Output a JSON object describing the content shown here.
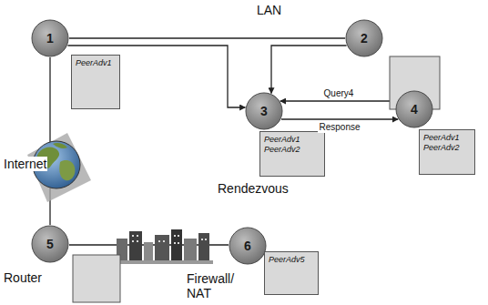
{
  "diagram": {
    "nodes": [
      {
        "text": [
          "1"
        ]
      },
      {
        "text": [
          "PeerAdv1"
        ]
      },
      {
        "text": [
          "2"
        ]
      },
      {
        "text": [
          "3"
        ]
      },
      {
        "text": [
          "PeerAdv1",
          "PeerAdv2"
        ]
      },
      {
        "text": [
          "4"
        ]
      },
      {
        "text": [
          "PeerAdv1",
          "PeerAdv2"
        ]
      },
      {
        "text": [
          "5"
        ]
      },
      {
        "text": [
          "6"
        ]
      },
      {
        "text": [
          "PeerAdv5"
        ]
      }
    ],
    "edges": [
      {
        "from": 0,
        "to": 2,
        "arrow": "none"
      },
      {
        "from": 0,
        "to": 3,
        "arrow": "to"
      },
      {
        "from": 2,
        "to": 3,
        "arrow": "to"
      },
      {
        "from": 5,
        "to": 3,
        "label": "Query4",
        "arrow": "to"
      },
      {
        "from": 3,
        "to": 5,
        "label": "Response",
        "arrow": "to"
      },
      {
        "from": 0,
        "to": 7,
        "arrow": "none"
      },
      {
        "from": 7,
        "to": 8,
        "arrow": "none"
      }
    ],
    "labels": [
      "LAN",
      "Internet",
      "Rendezvous",
      "Router",
      "Firewall/ NAT"
    ]
  }
}
